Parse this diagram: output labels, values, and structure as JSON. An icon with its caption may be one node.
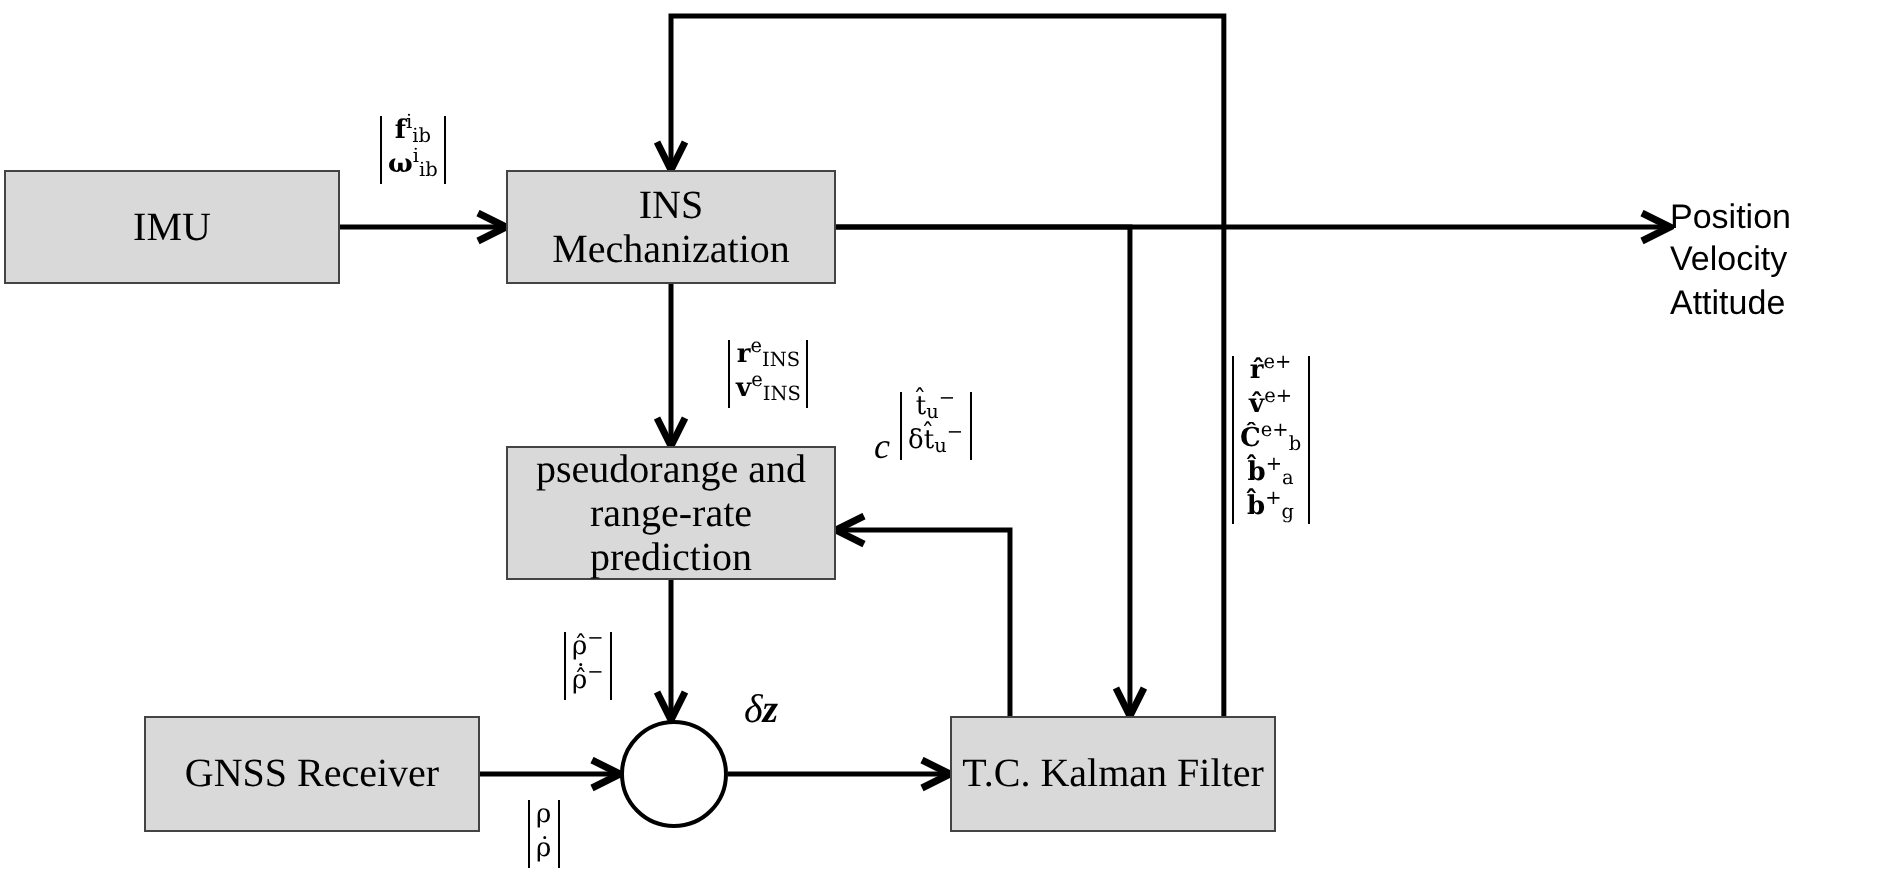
{
  "diagram": {
    "nodes": [
      {
        "text": [
          "IMU"
        ]
      },
      {
        "text": [
          "INS Mechanization"
        ]
      },
      {
        "text": [
          "pseudorange and range-rate prediction"
        ]
      },
      {
        "text": [
          "GNSS Receiver"
        ]
      },
      {
        "text": [],
        "shape": "circle"
      },
      {
        "text": [
          "T.C. Kalman Filter"
        ]
      },
      {
        "text": [
          "Position Velocity Attitude"
        ]
      }
    ],
    "edges": [
      {
        "from": 0,
        "to": 1,
        "arrow": "to",
        "label": "**f**$^{i}$$_{ib}$ **ω**$^{i}$$_{ib}$"
      },
      {
        "from": 1,
        "to": 6,
        "arrow": "to"
      },
      {
        "from": 1,
        "to": 2,
        "arrow": "to",
        "label": "**r**$^{e}$$_{INS}$ **v**$^{e}$$_{INS}$"
      },
      {
        "from": 2,
        "to": 4,
        "arrow": "to",
        "label": "ρ̂$^{−}$ ρ̂̇$^{−}$"
      },
      {
        "from": 3,
        "to": 4,
        "arrow": "to",
        "label": "ρ ρ̇"
      },
      {
        "from": 4,
        "to": 5,
        "arrow": "to",
        "label": "δ**z**"
      },
      {
        "from": 5,
        "to": 2,
        "arrow": "to",
        "label": "t̂$_{u}$$^{−}$ δt̂$_{u}$$^{−}$"
      },
      {
        "from": 1,
        "to": 5,
        "arrow": "to"
      },
      {
        "from": 5,
        "to": 1,
        "arrow": "to",
        "label": "**r̂**$^{e+}$ **v̂**$^{e+}$ **Ĉ**$^{e+}$$_{b}$ **b̂**$^{+}$$_{a}$ **b̂**$^{+}$$_{g}$"
      }
    ],
    "labels": [
      "c"
    ]
  }
}
